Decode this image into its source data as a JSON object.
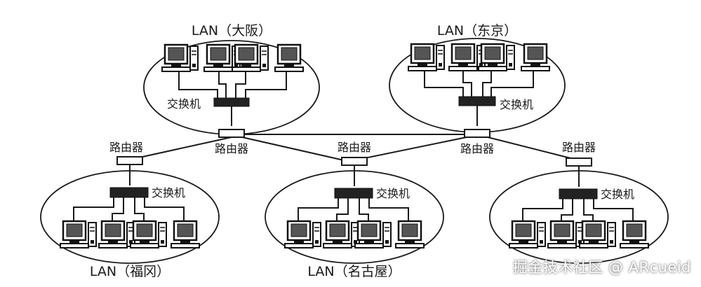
{
  "labels": {
    "lan_osaka": "LAN（大阪）",
    "lan_tokyo": "LAN（东京）",
    "lan_fukuoka": "LAN（福冈）",
    "lan_nagoya": "LAN（名古屋）",
    "switch": "交换机",
    "router": "路由器"
  },
  "watermark": "掘金技术社区 @ ARcueid",
  "colors": {
    "line": "#1a1a1a",
    "switch_fill": "#222222",
    "background": "#ffffff"
  }
}
